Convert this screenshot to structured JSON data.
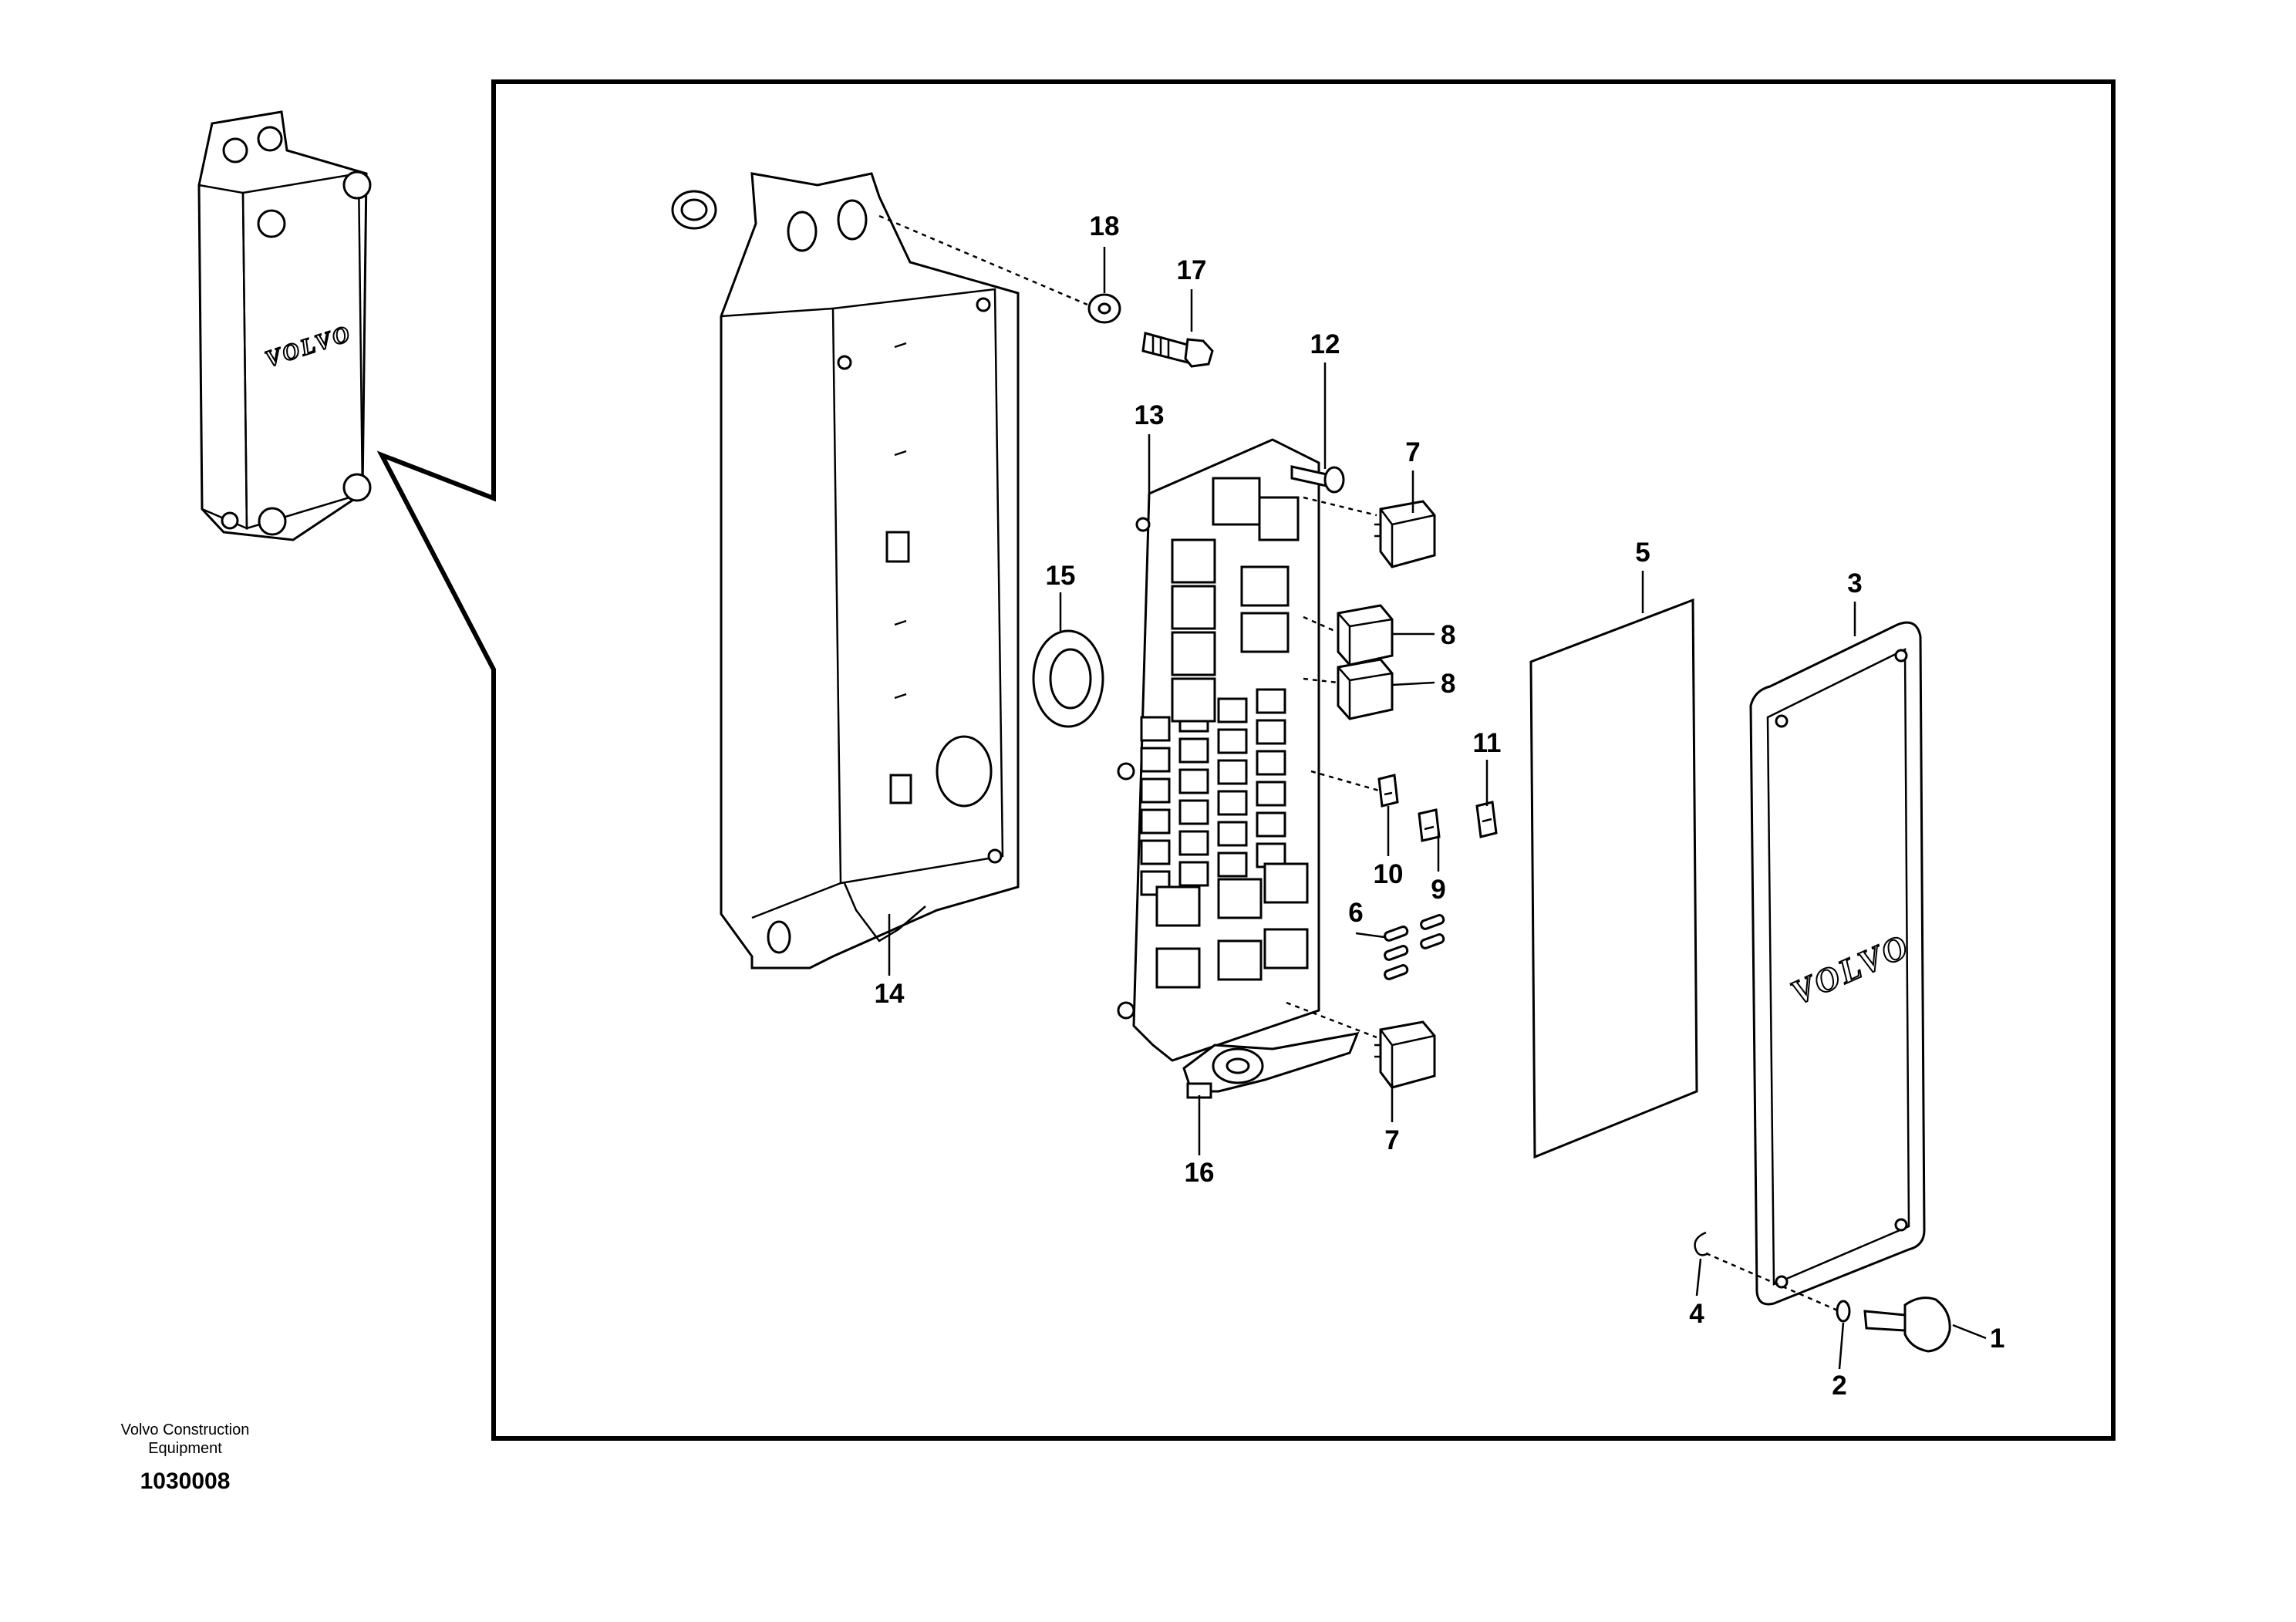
{
  "callouts": {
    "c1": "1",
    "c2": "2",
    "c3": "3",
    "c4": "4",
    "c5": "5",
    "c6": "6",
    "c7a": "7",
    "c7b": "7",
    "c8a": "8",
    "c8b": "8",
    "c9": "9",
    "c10": "10",
    "c11": "11",
    "c12": "12",
    "c13": "13",
    "c14": "14",
    "c15": "15",
    "c16": "16",
    "c17": "17",
    "c18": "18"
  },
  "branding": {
    "logo_small": "VOLVO",
    "logo_cover": "VOLVO"
  },
  "footer": {
    "company_line1": "Volvo Construction",
    "company_line2": "Equipment",
    "drawing_number": "1030008"
  }
}
